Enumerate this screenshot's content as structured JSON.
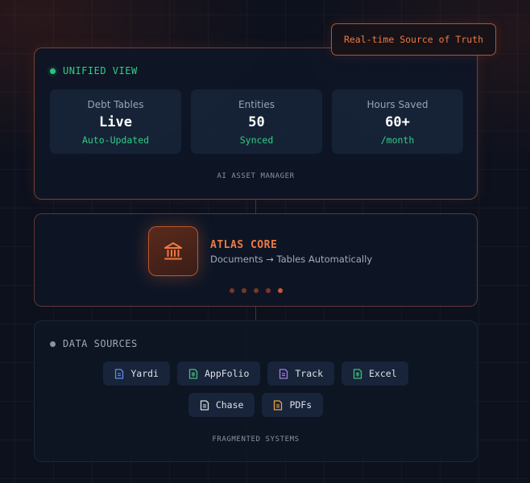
{
  "badge": {
    "text": "Real-time Source of Truth"
  },
  "unified": {
    "label": "UNIFIED VIEW",
    "stats": [
      {
        "label": "Debt Tables",
        "value": "Live",
        "sub": "Auto-Updated"
      },
      {
        "label": "Entities",
        "value": "50",
        "sub": "Synced"
      },
      {
        "label": "Hours Saved",
        "value": "60+",
        "sub": "/month"
      }
    ],
    "caption": "AI ASSET MANAGER"
  },
  "atlas": {
    "title": "ATLAS CORE",
    "subtitle": "Documents → Tables Automatically",
    "icon": "bank-icon",
    "active_dot_index": 4
  },
  "sources": {
    "label": "DATA SOURCES",
    "items": [
      {
        "label": "Yardi",
        "icon": "document-icon",
        "color": "#5b8def"
      },
      {
        "label": "AppFolio",
        "icon": "spreadsheet-icon",
        "color": "#3fbf7f"
      },
      {
        "label": "Track",
        "icon": "document-icon",
        "color": "#a57bea"
      },
      {
        "label": "Excel",
        "icon": "spreadsheet-icon",
        "color": "#3fbf7f"
      },
      {
        "label": "Chase",
        "icon": "document-icon",
        "color": "#d8dce4"
      },
      {
        "label": "PDFs",
        "icon": "document-icon",
        "color": "#f0a03f"
      }
    ],
    "caption": "FRAGMENTED SYSTEMS"
  },
  "colors": {
    "accent": "#f07a3f",
    "success": "#2fcf85",
    "background": "#0c111d"
  }
}
